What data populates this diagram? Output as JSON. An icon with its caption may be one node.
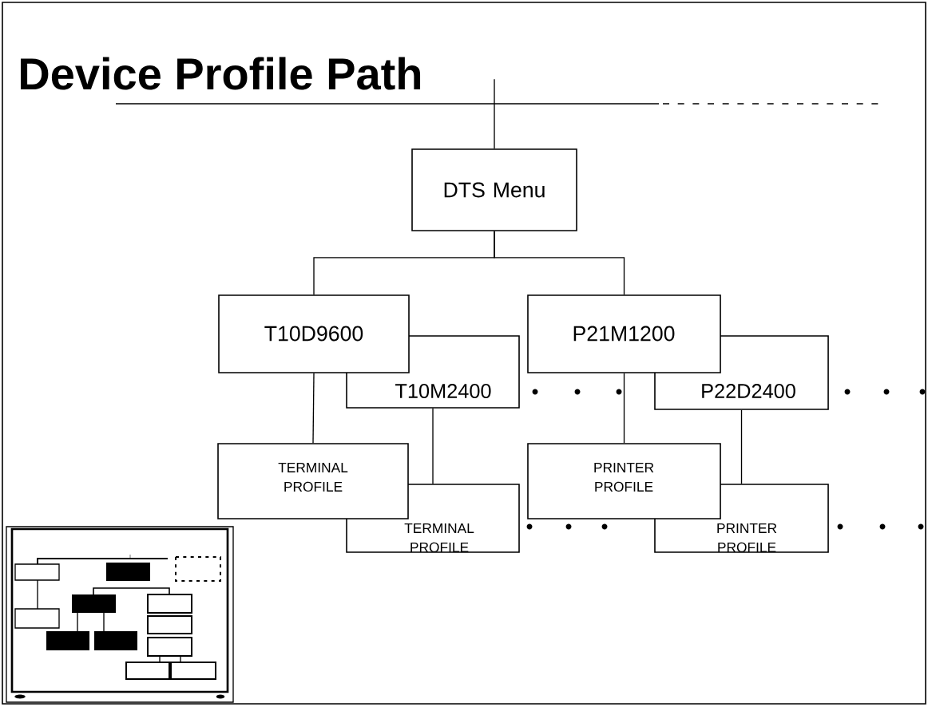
{
  "diagram": {
    "title": "Device Profile Path",
    "nodes": [
      {
        "text": [
          "DTS Menu"
        ]
      },
      {
        "text": [
          "T10D9600"
        ]
      },
      {
        "text": [
          "T10M2400"
        ]
      },
      {
        "text": [
          "P21M1200"
        ]
      },
      {
        "text": [
          "P22D2400"
        ]
      },
      {
        "text": [
          "TERMINAL PROFILE"
        ]
      },
      {
        "text": [
          "TERMINAL PROFILE"
        ]
      },
      {
        "text": [
          "PRINTER PROFILE"
        ]
      },
      {
        "text": [
          "PRINTER PROFILE"
        ]
      }
    ],
    "edges": [
      {
        "from": null,
        "to": 0,
        "arrow": "none"
      },
      {
        "from": 0,
        "to": 1,
        "arrow": "none"
      },
      {
        "from": 0,
        "to": 3,
        "arrow": "none"
      },
      {
        "from": 1,
        "to": 5,
        "arrow": "none"
      },
      {
        "from": 2,
        "to": 6,
        "arrow": "none"
      },
      {
        "from": 3,
        "to": 7,
        "arrow": "none"
      },
      {
        "from": 4,
        "to": 8,
        "arrow": "none"
      }
    ]
  }
}
